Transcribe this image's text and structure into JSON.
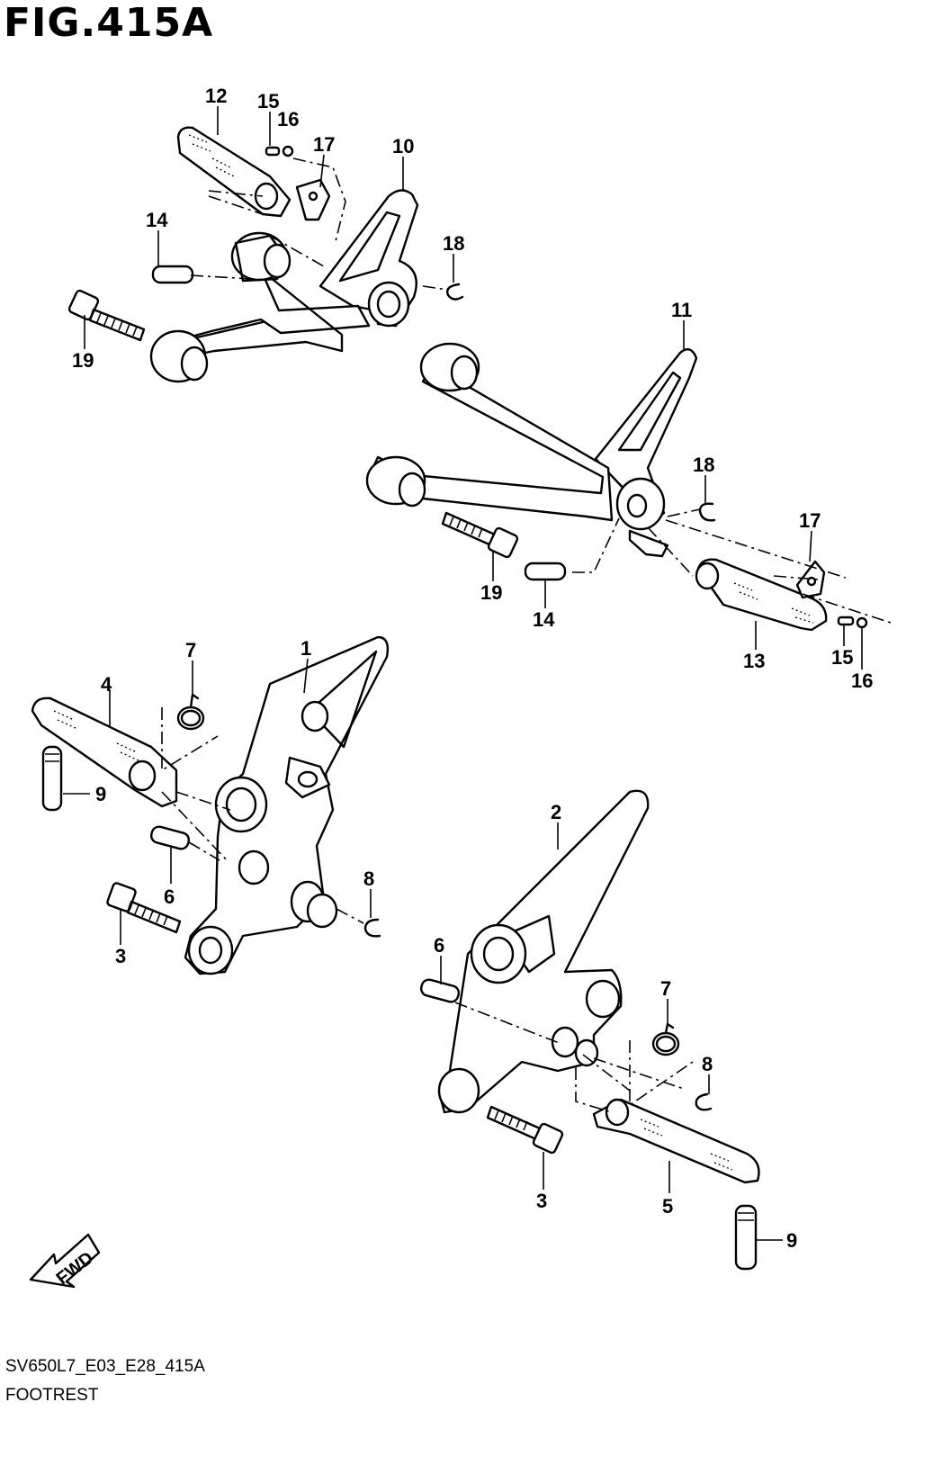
{
  "figure": {
    "title": "FIG.415A",
    "drawing_code": "SV650L7_E03_E28_415A",
    "caption": "FOOTREST",
    "fwd_label": "FWD"
  },
  "callouts": [
    "12",
    "15",
    "16",
    "17",
    "10",
    "14",
    "18",
    "19",
    "11",
    "18",
    "17",
    "19",
    "14",
    "13",
    "15",
    "16",
    "7",
    "1",
    "4",
    "9",
    "6",
    "8",
    "3",
    "2",
    "6",
    "7",
    "8",
    "3",
    "5",
    "9"
  ]
}
